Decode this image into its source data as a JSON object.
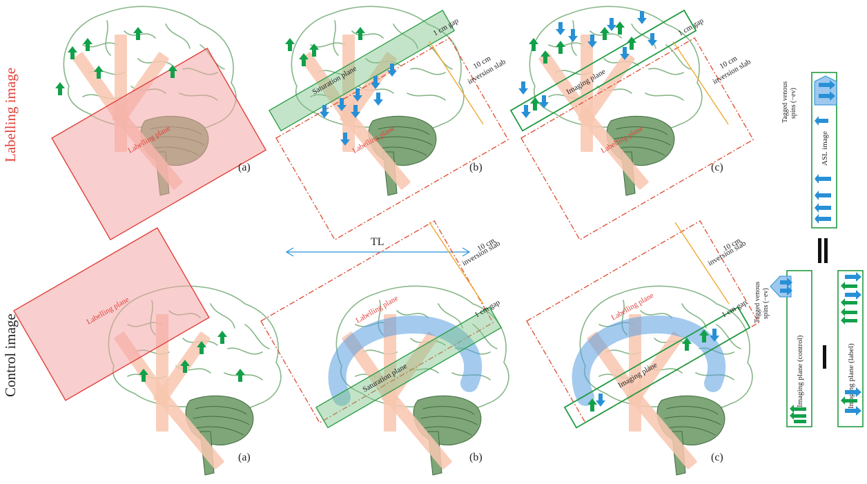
{
  "rows": {
    "labelling": "Labelling image",
    "control": "Control image"
  },
  "panels": {
    "a": "(a)",
    "b": "(b)",
    "c": "(c)"
  },
  "planes": {
    "labelling": "Labelling plane",
    "saturation": "Saturation plane",
    "imaging": "Imaging plane"
  },
  "dims": {
    "gap": "1 cm gap",
    "slab_line1": "10 cm",
    "slab_line2": "inversion slab"
  },
  "timing": "TL",
  "legend": {
    "tagged_line1": "Tagged venous",
    "tagged_line2": "spins (−ev)",
    "asl_image": "ASL image",
    "imaging_control": "Imaging plane (control)",
    "imaging_label": "Imaging plane (label)"
  },
  "colors": {
    "arterial_arrow": "#12a04a",
    "venous_arrow": "#2790d6",
    "labelling_red": "#e0403a",
    "brain_green": "#86b688",
    "dim_orange": "#f0a830"
  }
}
